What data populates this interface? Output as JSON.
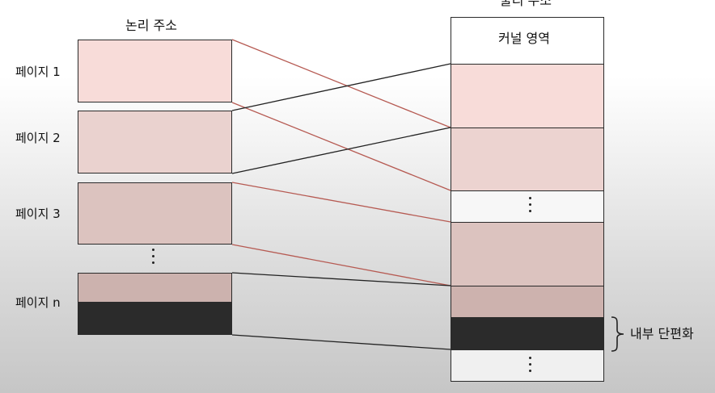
{
  "logical": {
    "title": "논리 주소",
    "pages": [
      {
        "label": "페이지 1"
      },
      {
        "label": "페이지 2"
      },
      {
        "label": "페이지 3"
      },
      {
        "label": "페이지 n"
      }
    ]
  },
  "physical": {
    "title": "물리 주소",
    "kernel_label": "커널 영역"
  },
  "annotation": {
    "internal_fragmentation": "내부 단편화"
  },
  "colors": {
    "page1": "#f8dcd9",
    "page2": "#ead2cf",
    "page3": "#dcc3bf",
    "pagen": "#ccb2ae",
    "frame_page1": "#f8dcd9",
    "frame_page2": "#ecd3d0",
    "frame_page3": "#dcc3bf",
    "frame_pagen": "#cdb2ae",
    "fragment": "#2b2b2b",
    "red_line": "#b65a52",
    "black_line": "#222222"
  }
}
